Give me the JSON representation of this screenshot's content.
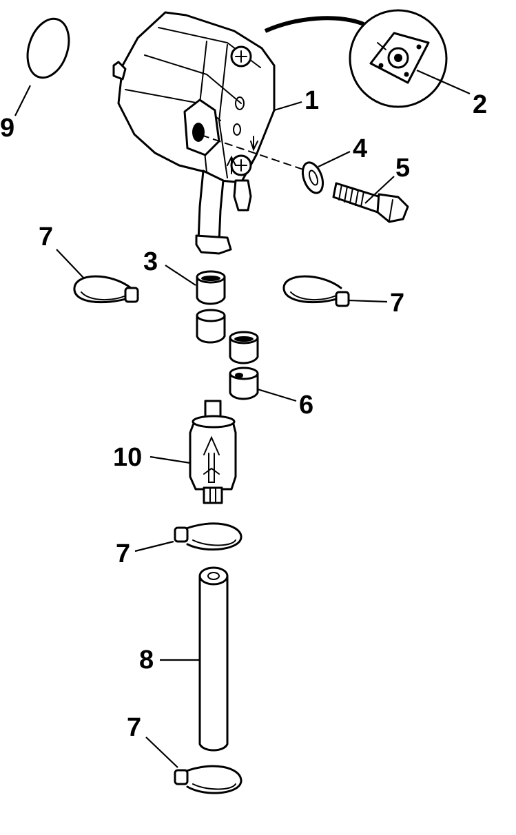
{
  "callouts": [
    {
      "id": "1",
      "text": "1"
    },
    {
      "id": "2",
      "text": "2"
    },
    {
      "id": "3",
      "text": "3"
    },
    {
      "id": "4",
      "text": "4"
    },
    {
      "id": "5",
      "text": "5"
    },
    {
      "id": "6",
      "text": "6"
    },
    {
      "id": "7a",
      "text": "7"
    },
    {
      "id": "7b",
      "text": "7"
    },
    {
      "id": "7c",
      "text": "7"
    },
    {
      "id": "7d",
      "text": "7"
    },
    {
      "id": "8",
      "text": "8"
    },
    {
      "id": "9",
      "text": "9"
    },
    {
      "id": "10",
      "text": "10"
    }
  ]
}
